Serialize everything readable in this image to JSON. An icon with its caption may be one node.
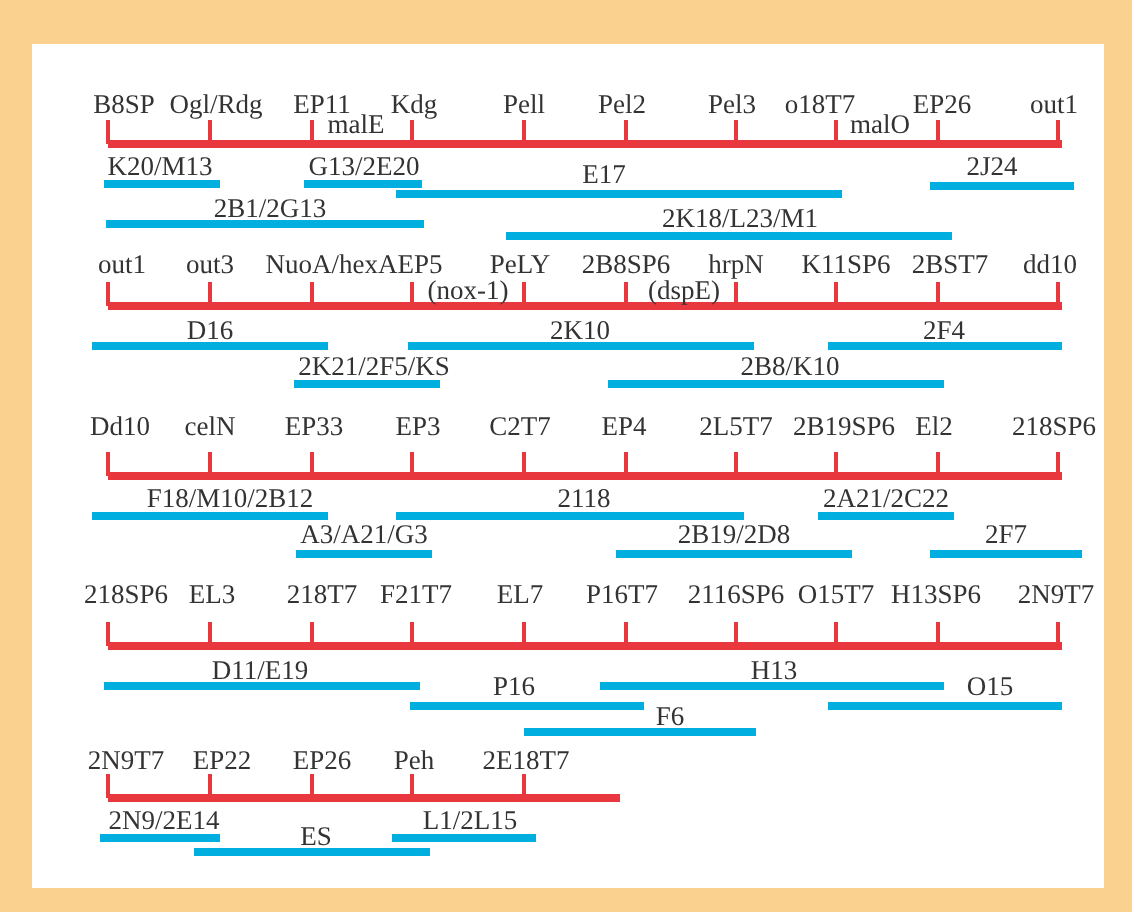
{
  "diagram": {
    "labels": [
      "B8SP",
      "Ogl/Rdg",
      "EP11",
      "Kdg",
      "Pell",
      "Pel2",
      "Pel3",
      "o18T7",
      "EP26",
      "out1",
      "malE",
      "malO",
      "K20/M13",
      "G13/2E20",
      "E17",
      "2J24",
      "2B1/2G13",
      "2K18/L23/M1",
      "out1",
      "out3",
      "NuoA/hexAEP5",
      "PeLY",
      "2B8SP6",
      "hrpN",
      "K11SP6",
      "2BST7",
      "dd10",
      "(nox-1)",
      "(dspE)",
      "D16",
      "2K10",
      "2F4",
      "2K21/2F5/KS",
      "2B8/K10",
      "Dd10",
      "celN",
      "EP33",
      "EP3",
      "C2T7",
      "EP4",
      "2L5T7",
      "2B19SP6",
      "El2",
      "218SP6",
      "F18/M10/2B12",
      "2118",
      "2A21/2C22",
      "A3/A21/G3",
      "2B19/2D8",
      "2F7",
      "218SP6",
      "EL3",
      "218T7",
      "F21T7",
      "EL7",
      "P16T7",
      "2116SP6",
      "O15T7",
      "H13SP6",
      "2N9T7",
      "D11/E19",
      "H13",
      "P16",
      "O15",
      "F6",
      "2N9T7",
      "EP22",
      "EP26",
      "Peh",
      "2E18T7",
      "2N9/2E14",
      "L1/2L15",
      "ES"
    ]
  }
}
